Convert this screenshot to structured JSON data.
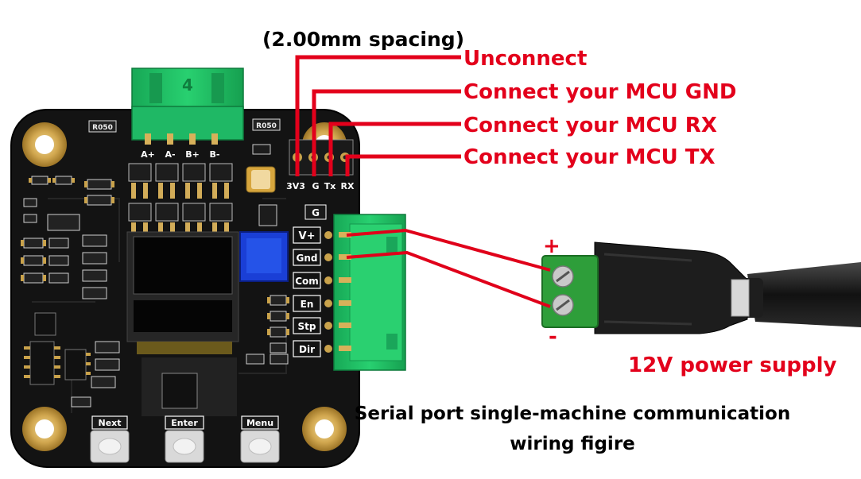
{
  "annotations": {
    "spacing": "(2.00mm spacing)",
    "unconnect": "Unconnect",
    "gnd": "Connect your MCU GND",
    "rx": "Connect your MCU RX",
    "tx": "Connect your MCU TX",
    "power": "12V power supply",
    "plus": "+",
    "minus": "-",
    "caption_line1": "Serial port single-machine communication",
    "caption_line2": "wiring figire"
  },
  "board": {
    "serial_pins": [
      "3V3",
      "G",
      "Tx",
      "RX"
    ],
    "g_label": "G",
    "side_pins": [
      "V+",
      "Gnd",
      "Com",
      "En",
      "Stp",
      "Dir"
    ],
    "motor_pins": [
      "A+",
      "A-",
      "B+",
      "B-"
    ],
    "motor_connector_mark": "4",
    "buttons": [
      "Next",
      "Enter",
      "Menu"
    ],
    "resistor_marks": [
      "R050",
      "R050"
    ]
  },
  "colors": {
    "annotation_red": "#e3001b",
    "wire_red": "#e0001a",
    "pcb": "#141414",
    "connector_green": "#1fc46a",
    "terminal_green": "#2e9e3a",
    "potentiometer_blue": "#1a3fd6",
    "gold": "#c8a04a"
  }
}
